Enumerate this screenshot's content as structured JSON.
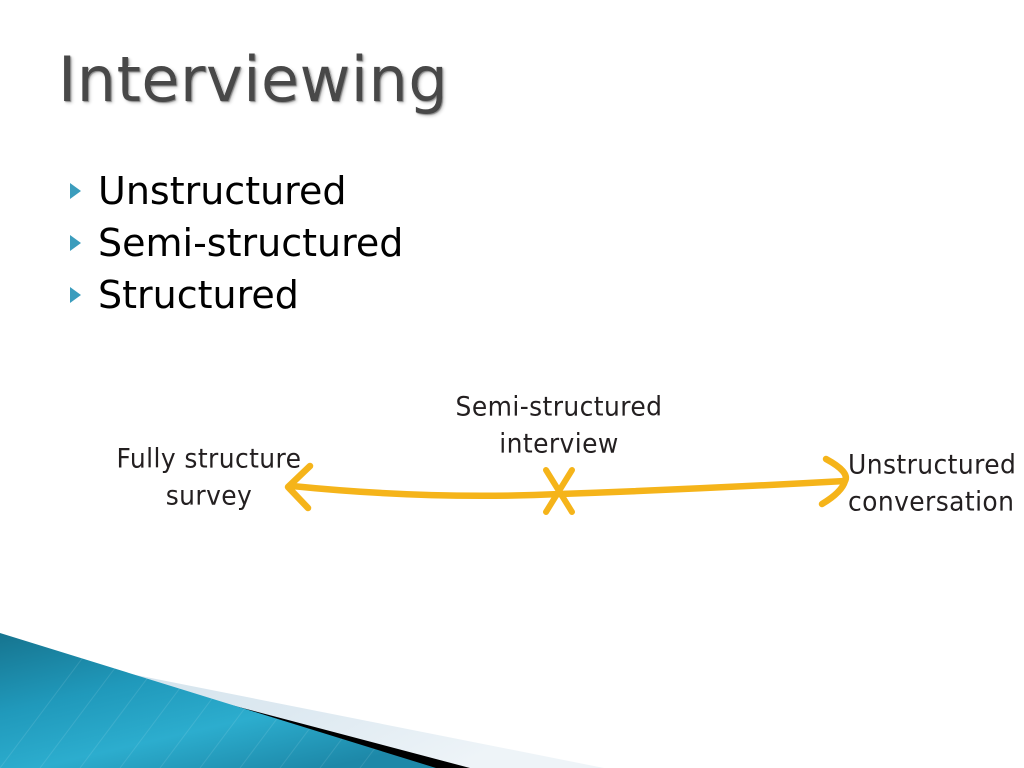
{
  "slide": {
    "title": "Interviewing",
    "title_color": "#484848",
    "background_color": "#ffffff"
  },
  "bullets": {
    "marker_icon": "triangle-bullet-icon",
    "marker_color": "#3b9dbd",
    "text_color": "#000000",
    "items": [
      {
        "label": "Unstructured"
      },
      {
        "label": "Semi-structured"
      },
      {
        "label": "Structured"
      }
    ]
  },
  "diagram": {
    "type": "continuum-arrow",
    "accent_color": "#f5b41a",
    "label_color": "#231f20",
    "left_label": {
      "line1": "Fully structure",
      "line2": "survey"
    },
    "center_label": {
      "line1": "Semi-structured",
      "line2": "interview"
    },
    "right_label": {
      "line1": "Unstructured",
      "line2": "conversation"
    },
    "center_marker_icon": "x-cross-marker-icon",
    "left_arrowhead_icon": "arrow-left-chevron-icon",
    "right_arrowhead_icon": "arrow-right-chevron-icon"
  },
  "corner_graphic": {
    "icon": "theme-corner-wedges-decoration",
    "teal_light": "#2cadce",
    "teal_dark": "#14718f",
    "black": "#000000",
    "pale_blue": "#dce8f0"
  }
}
